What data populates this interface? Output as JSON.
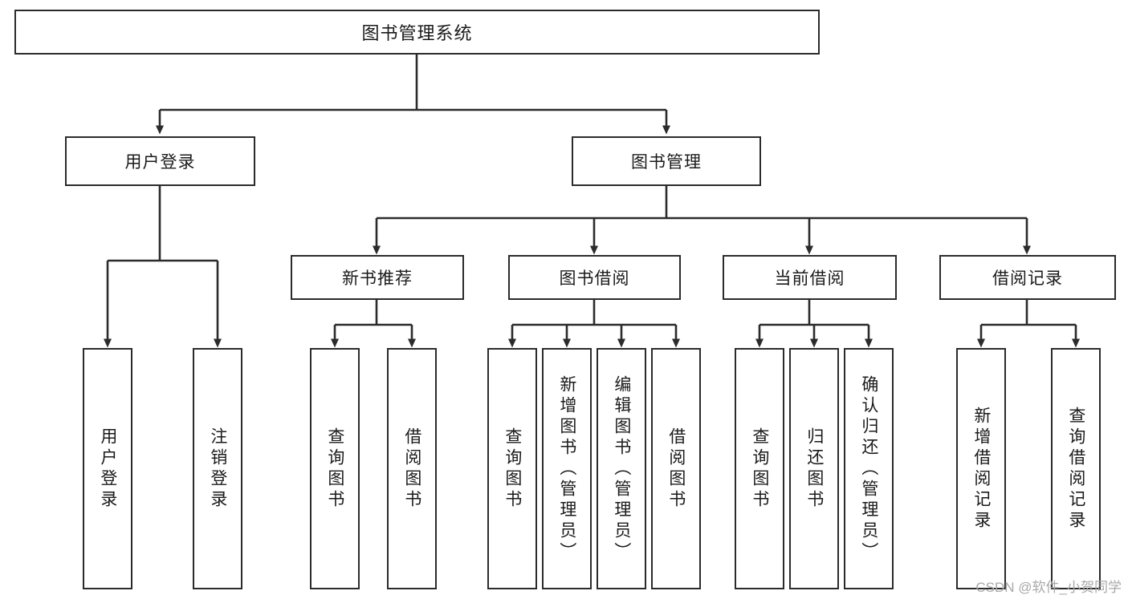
{
  "diagram": {
    "type": "tree",
    "title": "图书管理系统",
    "orientation": "top-down",
    "colors": {
      "box_border": "#2b2b2b",
      "box_fill": "#ffffff",
      "connector": "#2b2b2b",
      "text": "#1a1a1a",
      "watermark": "#a8a8a8"
    },
    "root": {
      "label": "图书管理系统"
    },
    "level2": [
      {
        "label": "用户登录"
      },
      {
        "label": "图书管理"
      }
    ],
    "level3": [
      {
        "label": "新书推荐"
      },
      {
        "label": "图书借阅"
      },
      {
        "label": "当前借阅"
      },
      {
        "label": "借阅记录"
      }
    ],
    "leaves": {
      "user_login": [
        {
          "label": "用户登录"
        },
        {
          "label": "注销登录"
        }
      ],
      "new_book": [
        {
          "label": "查询图书"
        },
        {
          "label": "借阅图书"
        }
      ],
      "borrow_book": [
        {
          "label": "查询图书"
        },
        {
          "label": "新增图书（管理员）"
        },
        {
          "label": "编辑图书（管理员）"
        },
        {
          "label": "借阅图书"
        }
      ],
      "current_borrow": [
        {
          "label": "查询图书"
        },
        {
          "label": "归还图书"
        },
        {
          "label": "确认归还（管理员）"
        }
      ],
      "borrow_record": [
        {
          "label": "新增借阅记录"
        },
        {
          "label": "查询借阅记录"
        }
      ]
    }
  },
  "watermark": {
    "text": "CSDN @软件_小贺同学"
  }
}
